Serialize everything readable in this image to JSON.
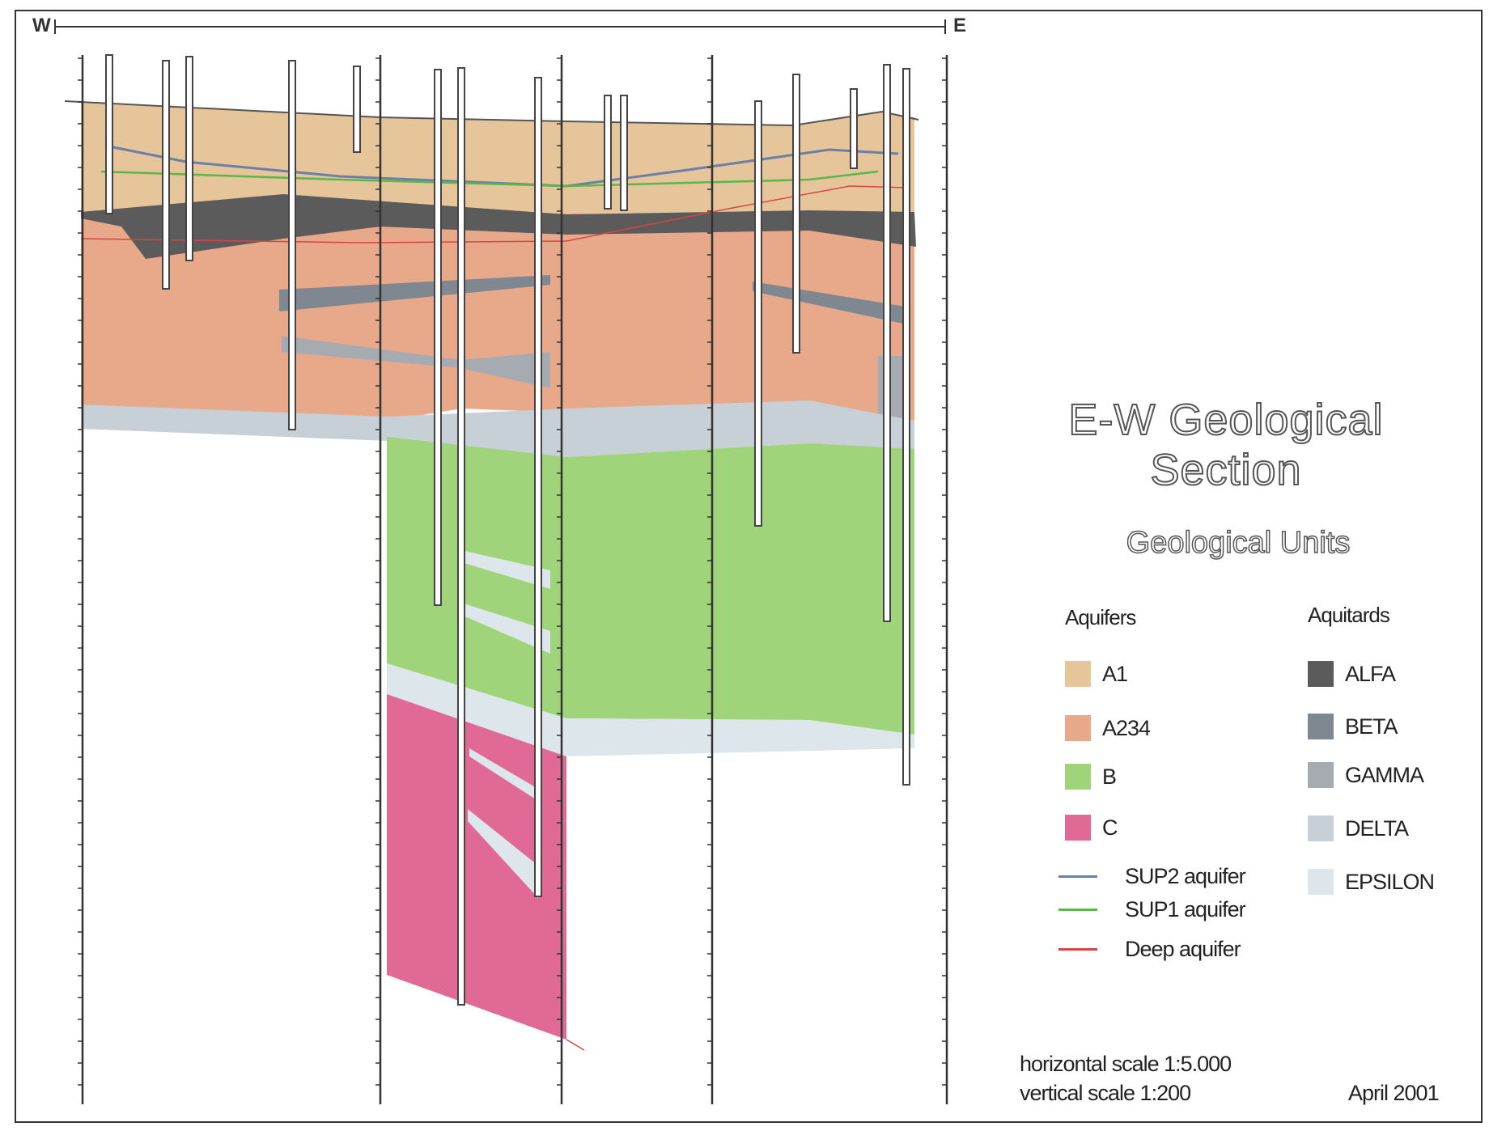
{
  "header": {
    "west": "W",
    "east": "E"
  },
  "title": "E-W Geological Section",
  "subtitle": "Geological Units",
  "legend": {
    "aquifers_heading": "Aquifers",
    "aquitards_heading": "Aquitards",
    "aquifers": [
      {
        "label": "A1",
        "color": "#e6c59a"
      },
      {
        "label": "A234",
        "color": "#e8a88a"
      },
      {
        "label": "B",
        "color": "#9fd47a"
      },
      {
        "label": "C",
        "color": "#e06a95"
      }
    ],
    "lines": [
      {
        "label": "SUP2 aquifer",
        "color": "#6b7fa8"
      },
      {
        "label": "SUP1 aquifer",
        "color": "#58b84a"
      },
      {
        "label": "Deep aquifer",
        "color": "#d94545"
      }
    ],
    "aquitards": [
      {
        "label": "ALFA",
        "color": "#5b5b5b"
      },
      {
        "label": "BETA",
        "color": "#7f8790"
      },
      {
        "label": "GAMMA",
        "color": "#a5abb0"
      },
      {
        "label": "DELTA",
        "color": "#c6d0d6"
      },
      {
        "label": "EPSILON",
        "color": "#dde6ea"
      }
    ]
  },
  "footer": {
    "horizontal_scale": "horizontal scale 1:5.000",
    "vertical_scale": "vertical scale 1:200",
    "date": "April 2001"
  }
}
